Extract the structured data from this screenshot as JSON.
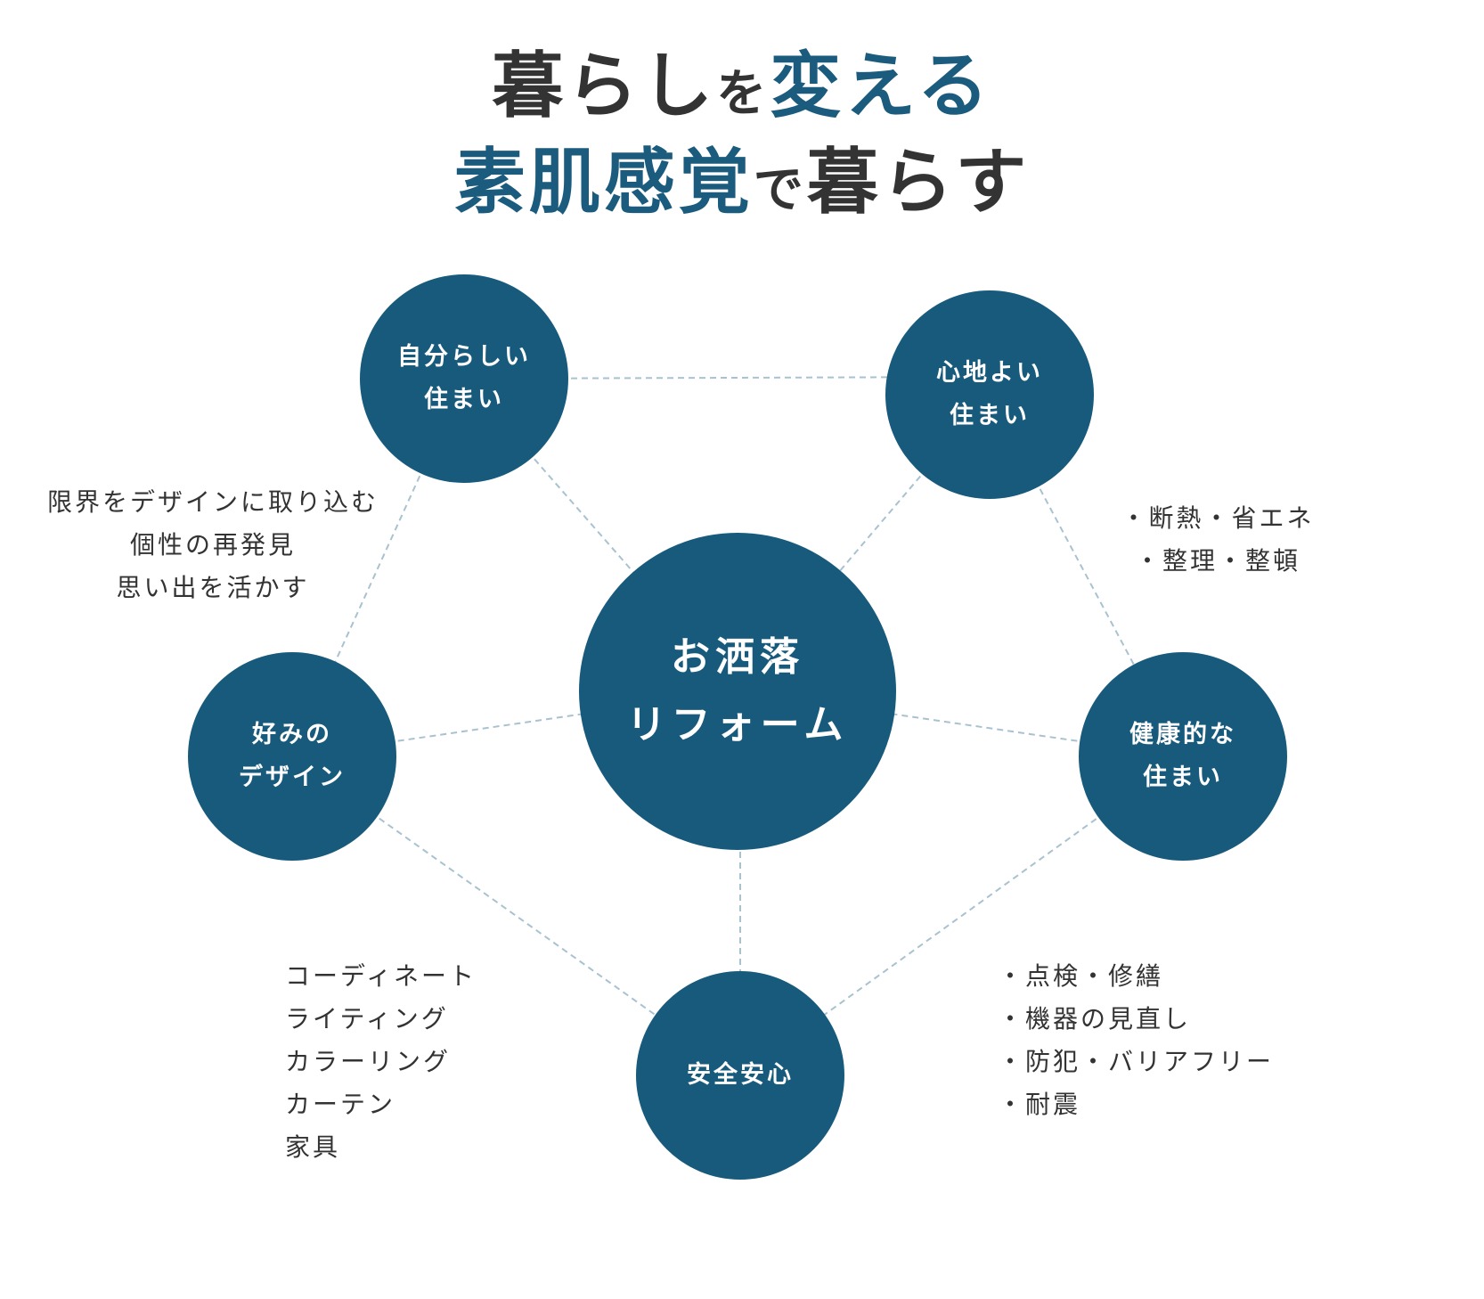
{
  "title": {
    "line1": {
      "a": "暮らし",
      "b": "を",
      "c": "変える"
    },
    "line2": {
      "a": "素肌感覚",
      "b": "で",
      "c": "暮らす"
    }
  },
  "colors": {
    "accent": "#175a7c",
    "title_accent": "#1b5b7d",
    "line": "#a9c2d0",
    "text": "#333333"
  },
  "center": {
    "line1": "お洒落",
    "line2": "リフォーム"
  },
  "nodes": {
    "self": {
      "line1": "自分らしい",
      "line2": "住まい"
    },
    "comfort": {
      "line1": "心地よい",
      "line2": "住まい"
    },
    "design": {
      "line1": "好みの",
      "line2": "デザイン"
    },
    "health": {
      "line1": "健康的な",
      "line2": "住まい"
    },
    "safety": {
      "line1": "安全安心"
    }
  },
  "notes": {
    "self": [
      "限界をデザインに取り込む",
      "個性の再発見",
      "思い出を活かす"
    ],
    "comfort": [
      "・断熱・省エネ",
      "・整理・整頓"
    ],
    "design": [
      "コーディネート",
      "ライティング",
      "カラーリング",
      "カーテン",
      "家具"
    ],
    "safety": [
      "・点検・修繕",
      "・機器の見直し",
      "・防犯・バリアフリー",
      "・耐震"
    ]
  }
}
